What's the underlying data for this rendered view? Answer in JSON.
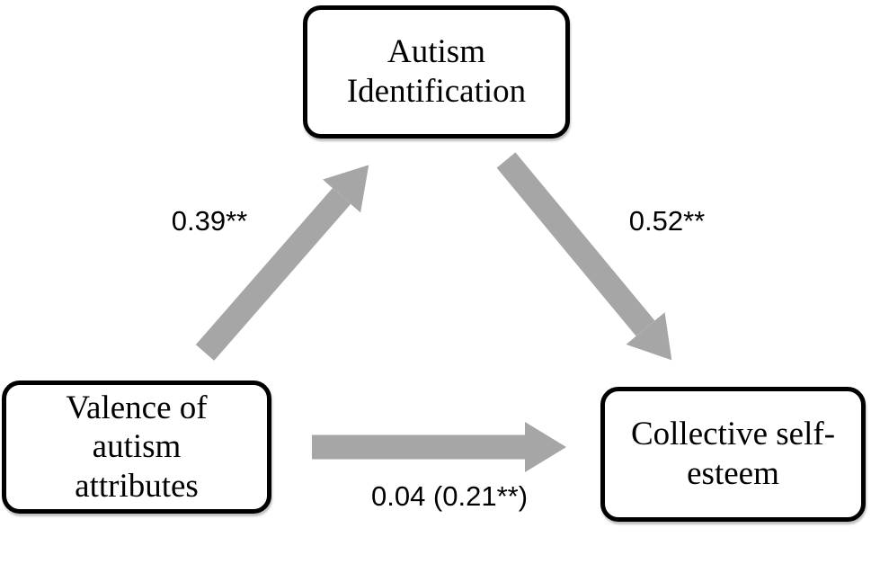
{
  "diagram": {
    "type": "path-model",
    "nodes": [
      {
        "id": "autism-identification",
        "label": "Autism\nIdentification",
        "role": "mediator"
      },
      {
        "id": "valence-of-autism-attributes",
        "label": "Valence of\nautism\nattributes",
        "role": "predictor"
      },
      {
        "id": "collective-self-esteem",
        "label": "Collective self-\nesteem",
        "role": "outcome"
      }
    ],
    "edges": [
      {
        "from": "valence-of-autism-attributes",
        "to": "autism-identification",
        "label": "0.39**"
      },
      {
        "from": "autism-identification",
        "to": "collective-self-esteem",
        "label": "0.52**"
      },
      {
        "from": "valence-of-autism-attributes",
        "to": "collective-self-esteem",
        "label": "0.04 (0.21**)"
      }
    ],
    "colors": {
      "arrow": "#a6a6a6",
      "box_border": "#000000",
      "background": "#ffffff",
      "text": "#000000"
    }
  }
}
